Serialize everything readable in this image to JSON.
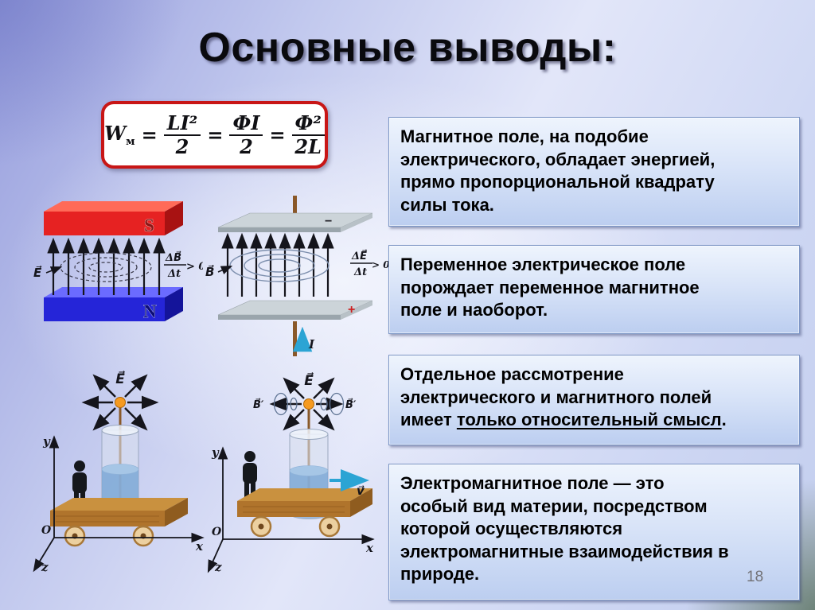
{
  "slide": {
    "title": "Основные выводы:",
    "page_number": "18"
  },
  "formula": {
    "lhs": "W",
    "lhs_sub": "м",
    "eq": "=",
    "terms": [
      {
        "num": "LI²",
        "den": "2"
      },
      {
        "num": "ФI",
        "den": "2"
      },
      {
        "num": "Ф²",
        "den": "2L"
      }
    ]
  },
  "conclusions": [
    {
      "before": "Магнитное поле, на подобие\nэлектрического, обладает энергией,\nпрямо пропорциональной квадрату\nсилы тока.",
      "underline": "",
      "after": ""
    },
    {
      "before": "Переменное электрическое поле\nпорождает переменное магнитное\nполе и наоборот.",
      "underline": "",
      "after": ""
    },
    {
      "before": "Отдельное рассмотрение\nэлектрического и магнитного полей\nимеет ",
      "underline": "только относительный смысл",
      "after": "."
    },
    {
      "before": "Электромагнитное поле — это\nособый вид материи, посредством\nкоторой осуществляются\nэлектромагнитные взаимодействия в\nприроде.",
      "underline": "",
      "after": ""
    }
  ],
  "diagrams": {
    "magnet": {
      "pole_top": "S",
      "pole_bottom": "N",
      "field_label": "E⃗",
      "rate_numerator": "ΔB⃗",
      "rate_denominator": "Δt",
      "rate_comparison": "> 0"
    },
    "capacitor": {
      "field_label": "B⃗",
      "rate_numerator": "ΔE⃗",
      "rate_denominator": "Δt",
      "rate_comparison": "> 0",
      "current_label": "I",
      "charge_top": "−",
      "charge_bottom": "+"
    },
    "cart_rest": {
      "field_label": "E⃗",
      "axis_x": "x",
      "axis_y": "y",
      "axis_z": "z",
      "origin": "O"
    },
    "cart_moving": {
      "field_label": "E⃗",
      "induced_field_label": "B⃗′",
      "velocity_label": "v⃗",
      "axis_x": "x",
      "axis_y": "y",
      "axis_z": "z",
      "origin": "O"
    }
  }
}
